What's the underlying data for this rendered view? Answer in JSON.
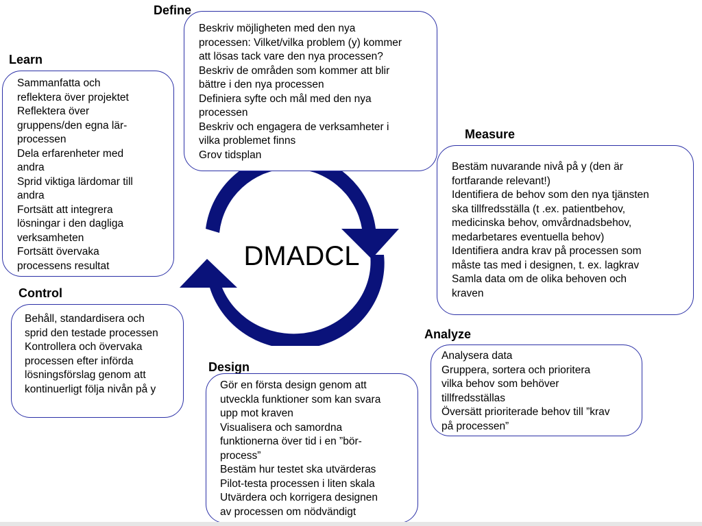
{
  "center": {
    "label": "DMADCL"
  },
  "colors": {
    "cycle_arrow": "#0a127a",
    "box_border": "#2a2fa6"
  },
  "phases": {
    "define": {
      "title": "Define",
      "lines": [
        "Beskriv möjligheten med den nya",
        "processen: Vilket/vilka problem (y) kommer",
        "att lösas tack vare den nya processen?",
        "Beskriv de områden som kommer att blir",
        "bättre i den nya processen",
        "Definiera syfte och mål med den nya",
        "processen",
        "Beskriv och engagera de verksamheter i",
        "vilka problemet finns",
        "Grov tidsplan"
      ]
    },
    "learn": {
      "title": "Learn",
      "lines": [
        "Sammanfatta och",
        "reflektera över projektet",
        "Reflektera över",
        "gruppens/den egna lär-",
        "processen",
        "Dela erfarenheter med",
        "andra",
        "Sprid viktiga lärdomar till",
        "andra",
        "Fortsätt att integrera",
        "lösningar i den dagliga",
        "verksamheten",
        "Fortsätt övervaka",
        "processens resultat"
      ]
    },
    "measure": {
      "title": "Measure",
      "lines": [
        "Bestäm nuvarande nivå på y (den är",
        "fortfarande relevant!)",
        "Identifiera de behov som den nya tjänsten",
        "ska tillfredsställa (t .ex. patientbehov,",
        "medicinska behov, omvårdnadsbehov,",
        "medarbetares eventuella behov)",
        "Identifiera andra krav på processen som",
        "måste tas med i designen, t. ex. lagkrav",
        "Samla data om de olika behoven och",
        "kraven"
      ]
    },
    "control": {
      "title": "Control",
      "lines": [
        "Behåll, standardisera och",
        "sprid den testade processen",
        "Kontrollera och övervaka",
        "processen efter införda",
        "lösningsförslag genom att",
        "kontinuerligt följa nivån på y"
      ]
    },
    "analyze": {
      "title": "Analyze",
      "lines": [
        "Analysera data",
        "Gruppera, sortera och prioritera",
        "vilka behov som behöver",
        "tillfredsställas",
        "Översätt prioriterade behov till ”krav",
        "på processen”"
      ]
    },
    "design": {
      "title": "Design",
      "lines": [
        "Gör en första design genom att",
        "utveckla funktioner som kan svara",
        "upp mot kraven",
        "Visualisera och samordna",
        "funktionerna över tid i en ”bör-",
        "process”",
        "Bestäm hur testet ska utvärderas",
        "Pilot-testa processen i liten skala",
        "Utvärdera och korrigera designen",
        "av processen om nödvändigt"
      ]
    }
  }
}
